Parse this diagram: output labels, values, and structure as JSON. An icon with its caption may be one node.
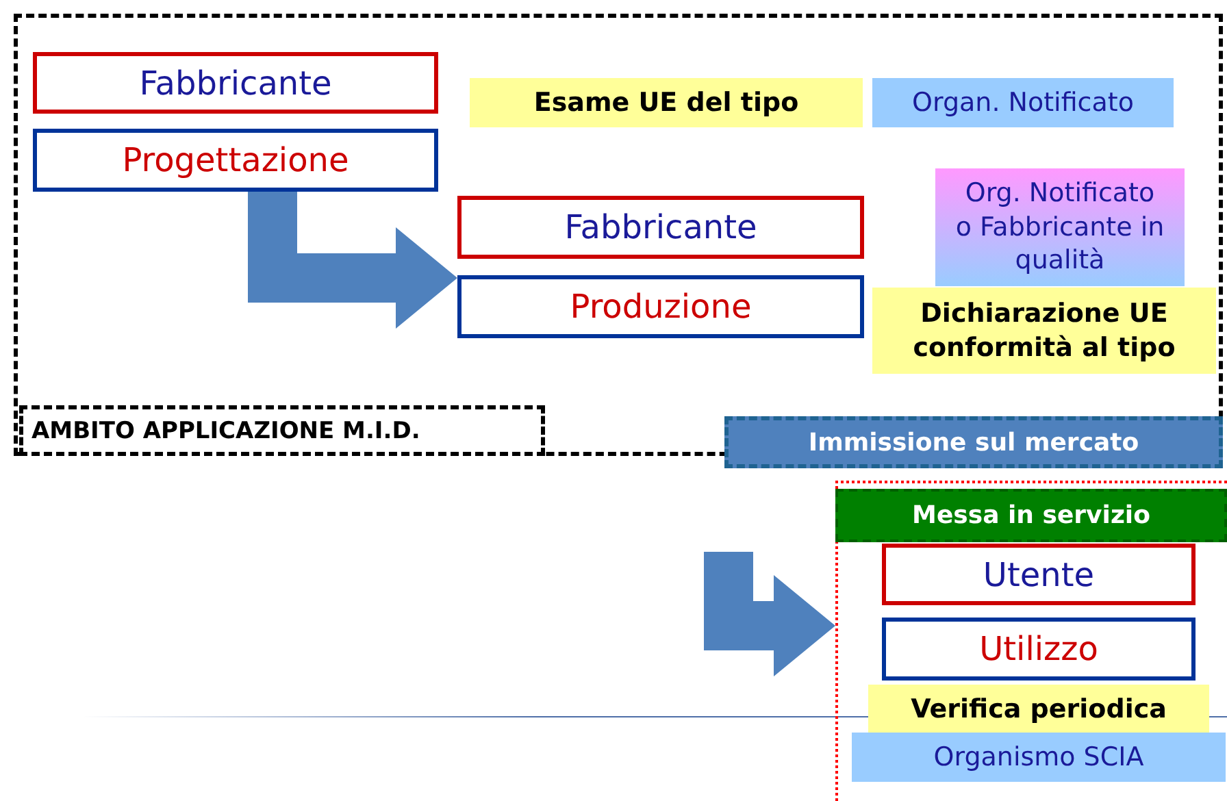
{
  "diagram": {
    "nodes": [
      {
        "text": [],
        "shape": "box"
      },
      {
        "text": [
          "Fabbricante"
        ],
        "in": 0
      },
      {
        "text": [
          "Progettazione"
        ],
        "in": 0
      },
      {
        "text": [
          "Esame UE del tipo"
        ],
        "in": 0
      },
      {
        "text": [
          "Organ. Notificato"
        ],
        "in": 0
      },
      {
        "text": [
          "Org. Notificato o Fabbricante in qualità"
        ],
        "in": 0
      },
      {
        "text": [
          "Fabbricante"
        ],
        "in": 0
      },
      {
        "text": [
          "Produzione"
        ],
        "in": 0
      },
      {
        "text": [
          "Dichiarazione UE conformità al tipo"
        ],
        "in": 0
      },
      {
        "text": [
          "AMBITO APPLICAZIONE M.I.D."
        ],
        "in": 0
      },
      {
        "text": [
          "Immissione sul mercato"
        ]
      },
      {
        "text": [],
        "shape": "box"
      },
      {
        "text": [
          "Messa in servizio"
        ],
        "in": 11
      },
      {
        "text": [
          "Utente"
        ],
        "in": 11
      },
      {
        "text": [
          "Utilizzo"
        ],
        "in": 11
      },
      {
        "text": [
          "Verifica periodica"
        ],
        "in": 11
      },
      {
        "text": [
          "Organismo SCIA"
        ],
        "in": 11
      }
    ],
    "edges": [
      {
        "from": 2,
        "to": 7,
        "arrow": "to",
        "style": "thick"
      },
      {
        "from": null,
        "to": 11,
        "arrow": "to",
        "style": "thick"
      }
    ]
  }
}
